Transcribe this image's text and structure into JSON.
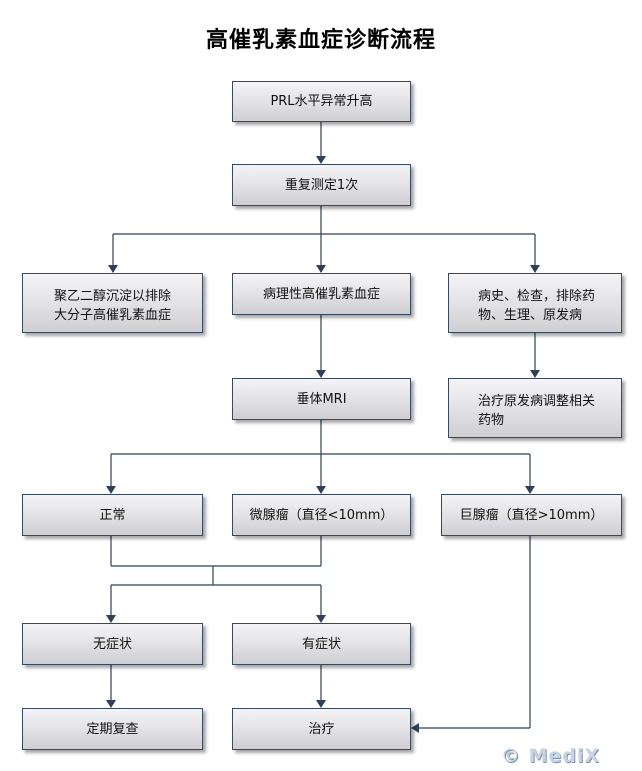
{
  "title": "高催乳素血症诊断流程",
  "nodes": {
    "prl_high": "PRL水平异常升高",
    "repeat_test": "重复测定1次",
    "peg_line1": "聚乙二醇沉淀以排除",
    "peg_line2": "大分子高催乳素血症",
    "pathologic": "病理性高催乳素血症",
    "history_line1": "病史、检查，排除药",
    "history_line2": "物、生理、原发病",
    "pituitary_mri": "垂体MRI",
    "treat_primary_line1": "治疗原发病调整相关",
    "treat_primary_line2": "药物",
    "normal": "正常",
    "microadenoma": "微腺瘤（直径<10mm）",
    "macroadenoma": "巨腺瘤（直径>10mm）",
    "asymptomatic": "无症状",
    "symptomatic": "有症状",
    "regular_review": "定期复查",
    "treatment": "治疗"
  },
  "watermark": "© MediX",
  "colors": {
    "line": "#2f4158",
    "box_border": "#3a4a5e"
  }
}
